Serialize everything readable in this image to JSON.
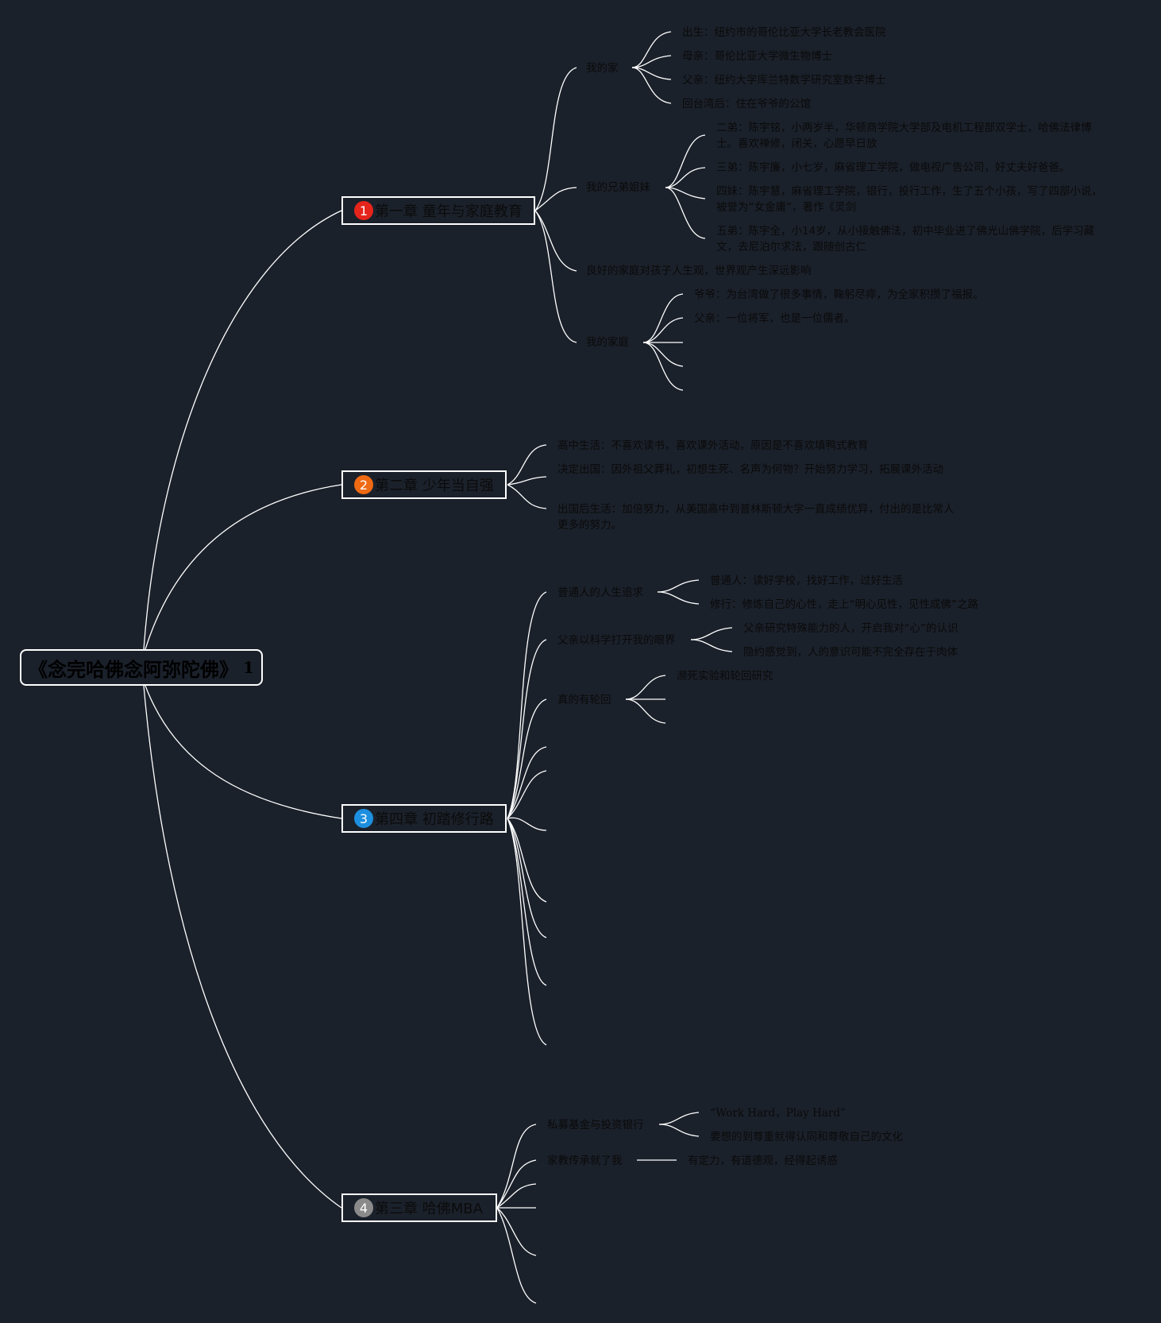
{
  "root": {
    "title": "《念完哈佛念阿弥陀佛》",
    "badge": "1"
  },
  "colors": {
    "background": "#1b212b",
    "line": "#ffffff",
    "badge1": "#e5241b",
    "badge2": "#ef6a13",
    "badge3": "#1d8fe0",
    "badge4": "#8a8a8a"
  },
  "chapters": [
    {
      "num": "1",
      "title": "第一章 童年与家庭教育",
      "topics": [
        {
          "label": "我的家",
          "items": [
            "出生：纽约市的哥伦比亚大学长老教会医院",
            "母亲：哥伦比亚大学微生物博士",
            "父亲：纽约大学库兰特数学研究室数学博士",
            "回台湾后：住在爷爷的公馆"
          ]
        },
        {
          "label": "我的兄弟姐妹",
          "items": [
            "二弟：陈宇铭，小两岁半，华顿商学院大学部及电机工程部双学士，哈佛法律博士。喜欢禅修，闭关，心愿早日放",
            "三弟：陈宇廉，小七岁，麻省理工学院，做电视广告公司，好丈夫好爸爸。",
            "四妹：陈宇慧，麻省理工学院，银行，投行工作，生了五个小孩，写了四部小说，被誉为“女金庸”，著作《灵剑",
            "五弟：陈宇全，小14岁，从小接触佛法，初中毕业进了佛光山佛学院，后学习藏文，去尼泊尔求法，跟随创古仁"
          ]
        },
        {
          "label": "良好的家庭对孩子人生观，世界观产生深远影响",
          "items": []
        },
        {
          "label": "我的家庭",
          "items": [
            "爷爷：为台湾做了很多事情，鞠躬尽瘁，为全家积攒了福报。",
            "父亲：一位将军，也是一位儒者。"
          ]
        }
      ]
    },
    {
      "num": "2",
      "title": "第二章 少年当自强",
      "topics": [
        {
          "label": "高中生活：不喜欢读书，喜欢课外活动，原因是不喜欢填鸭式教育",
          "items": []
        },
        {
          "label": "决定出国：因外祖父葬礼，初想生死、名声为何物？开始努力学习，拓展课外活动",
          "items": []
        },
        {
          "label": "出国后生活：加倍努力，从美国高中到普林斯顿大学一直成绩优异，付出的是比常人更多的努力。",
          "items": []
        }
      ]
    },
    {
      "num": "3",
      "title": "第四章 初踏修行路",
      "topics": [
        {
          "label": "普通人的人生追求",
          "items": [
            "普通人：读好学校，找好工作，过好生活",
            "修行：修炼自己的心性，走上“明心见性，见性成佛”之路"
          ]
        },
        {
          "label": "父亲以科学打开我的眼界",
          "items": [
            "父亲研究特殊能力的人，开启我对“心”的认识",
            "隐约感觉到，人的意识可能不完全存在于肉体"
          ]
        },
        {
          "label": "真的有轮回",
          "items": [
            "濒死实验和轮回研究"
          ]
        }
      ]
    },
    {
      "num": "4",
      "title": "第三章 哈佛MBA",
      "topics": [
        {
          "label": "私募基金与投资银行",
          "items": [
            "“Work Hard，Play Hard”",
            "要想的到尊重就得认同和尊敬自己的文化"
          ]
        },
        {
          "label": "家教传承就了我",
          "items": [
            "有定力，有道德观，经得起诱惑"
          ]
        }
      ]
    }
  ]
}
